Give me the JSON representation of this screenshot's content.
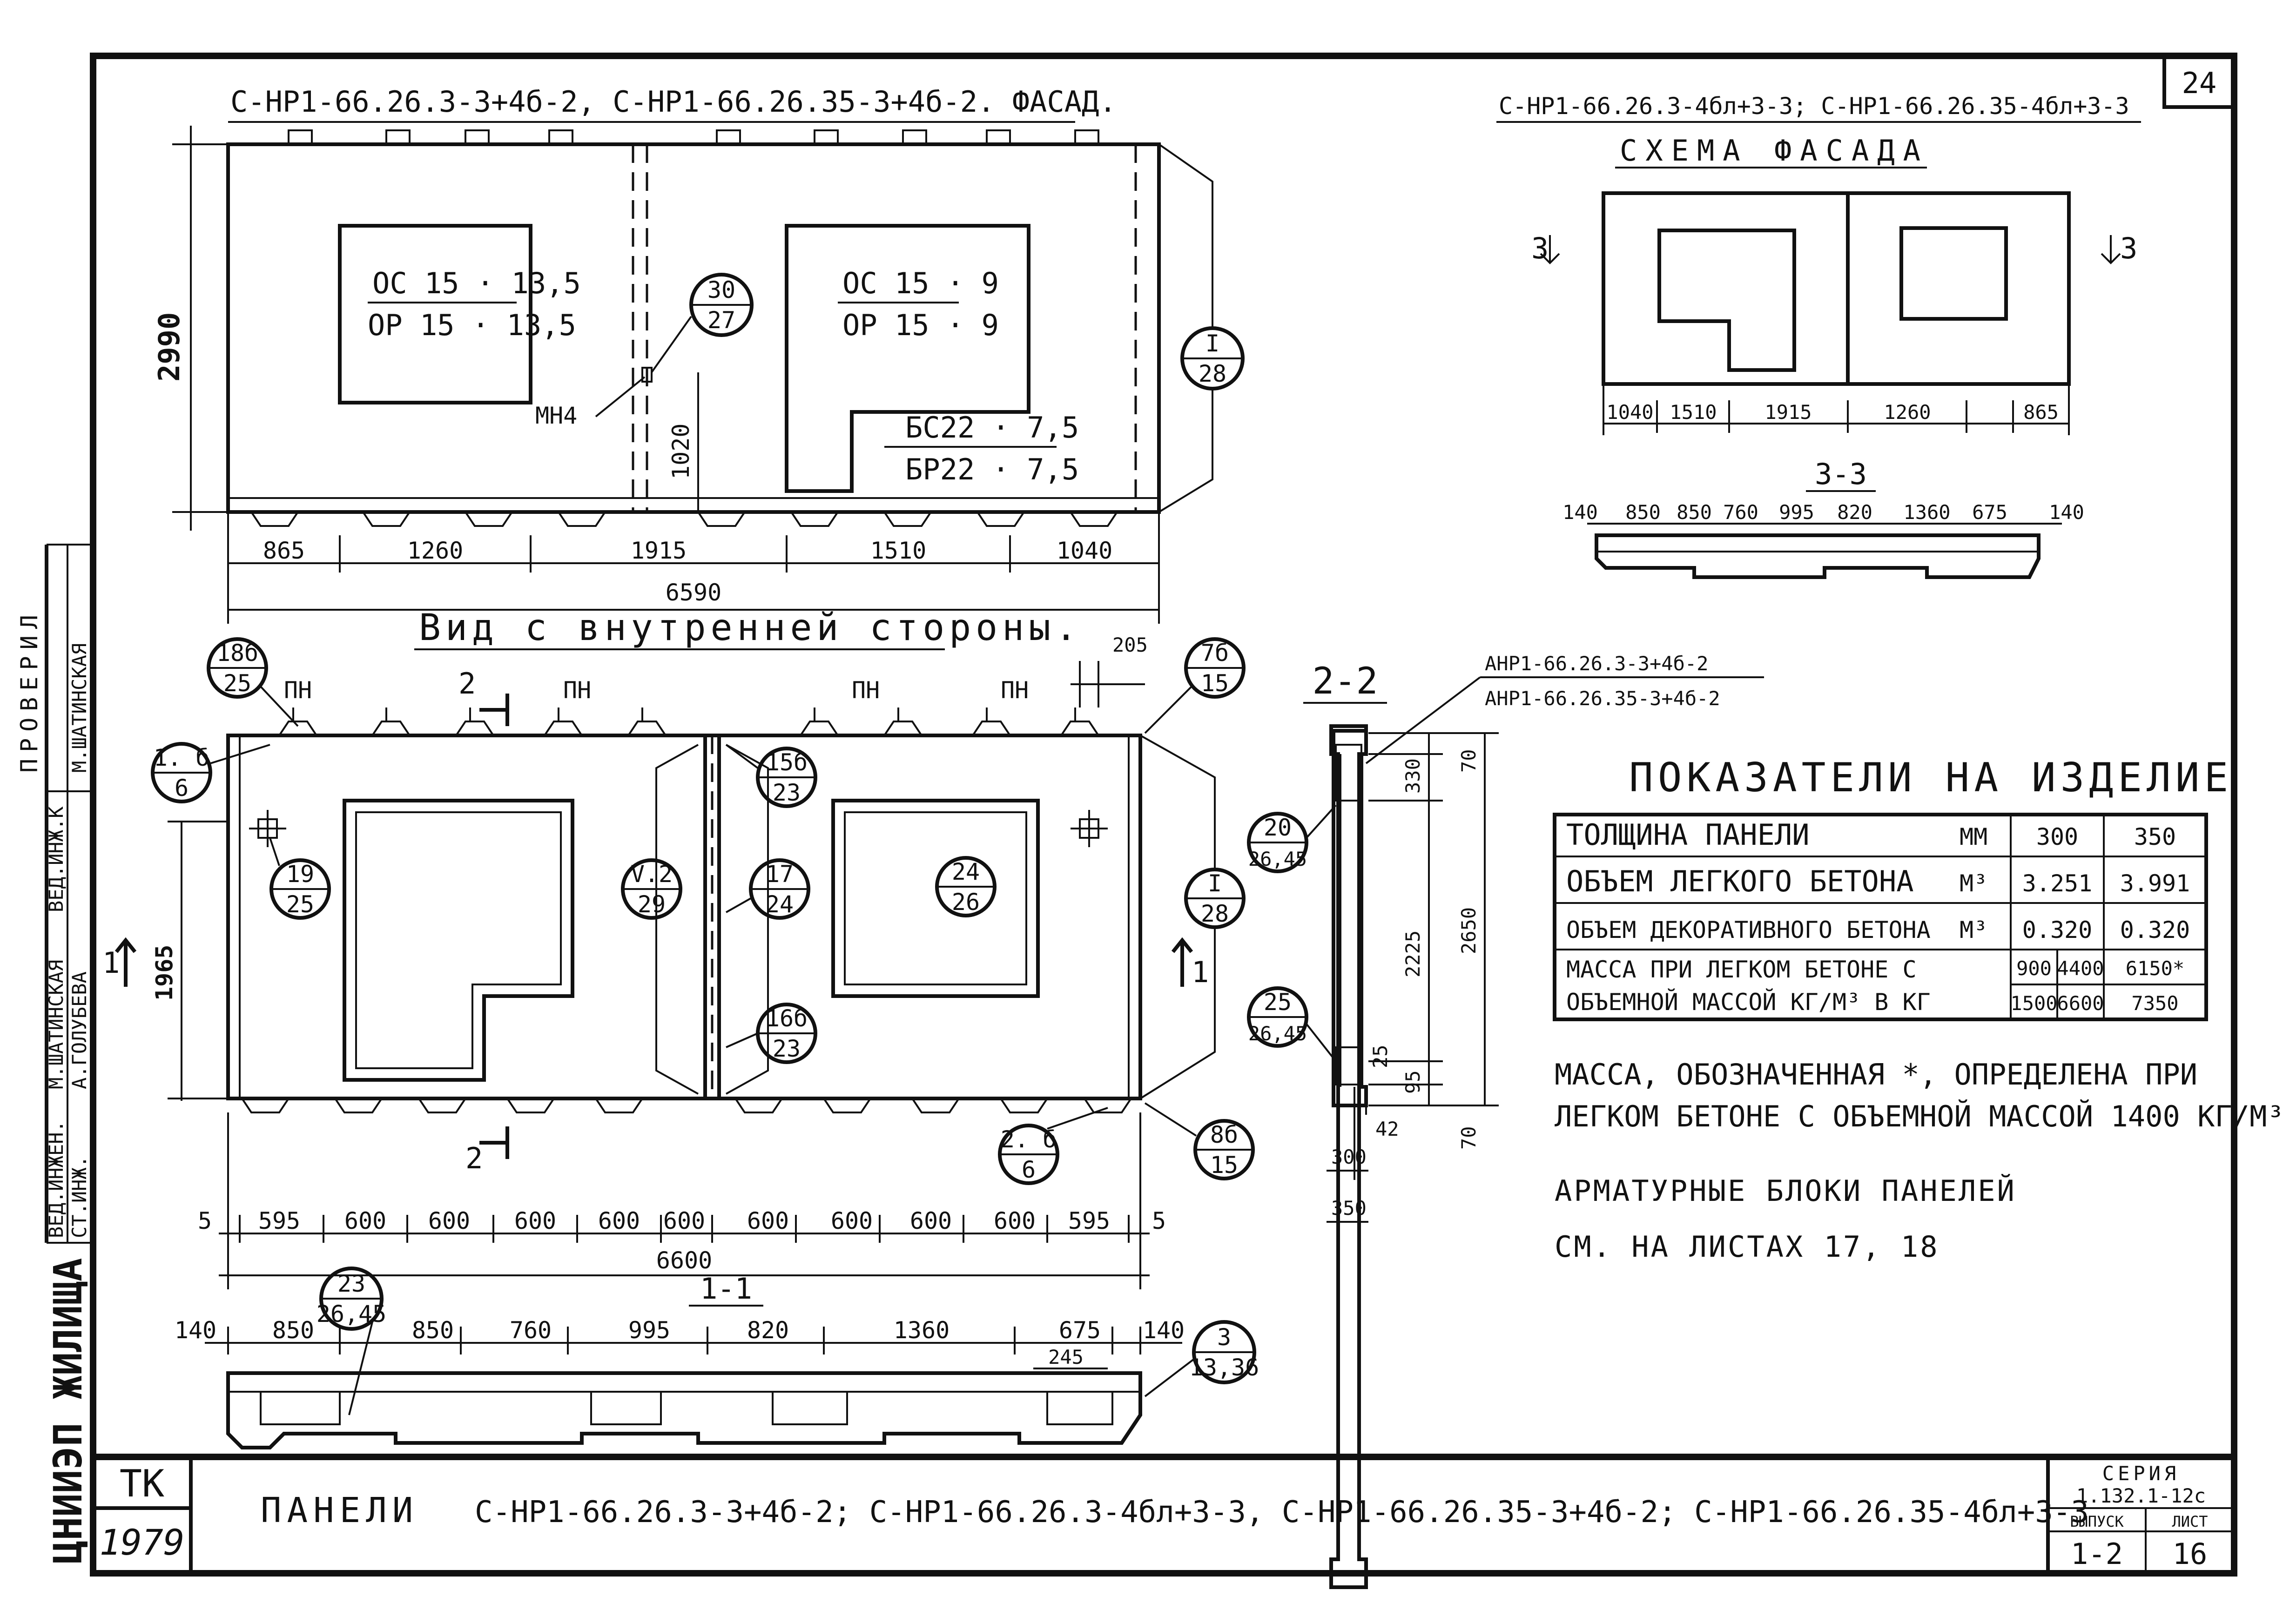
{
  "sheet": {
    "number": "24",
    "company": "ЦНИИЭП ЖИЛИЩА",
    "stamp": "ТК",
    "year": "1979",
    "series_label": "СЕРИЯ",
    "series": "1.132.1-12с",
    "issue_label": "ВЫПУСК",
    "issue": "1-2",
    "page_label": "ЛИСТ",
    "page": "16",
    "title_prefix": "ПАНЕЛИ",
    "title": "С-НР1-66.26.3-3+4б-2; С-НР1-66.26.3-4бл+3-3, С-НР1-66.26.35-3+4б-2; С-НР1-66.26.35-4бл+3-3"
  },
  "side_stamp": {
    "checked": "ПРОВЕРИЛ",
    "rows": [
      {
        "role": "ВЕД.ИНЖЕН.",
        "name": "М.ШАТИНСКАЯ"
      },
      {
        "role": "СТ.ИНЖ.",
        "name": "А.ГОЛУБЕВА"
      },
      {
        "role": "ВЕД.ИНЖ.К",
        "name": "М.ШАТИНСКАЯ"
      }
    ]
  },
  "facade": {
    "title": "С-НР1-66.26.3-3+4б-2, С-НР1-66.26.35-3+4б-2. ФАСАД.",
    "height": "2990",
    "win_left_top": "ОС 15 · 13,5",
    "win_left_bottom": "ОР 15 · 13,5",
    "win_right_top": "ОС 15 · 9",
    "win_right_bottom": "ОР 15 · 9",
    "door_top": "БС22 · 7,5",
    "door_bottom": "БР22 · 7,5",
    "mn": "МН4",
    "dim_1020": "1020",
    "callout_a": [
      "30",
      "27"
    ],
    "callout_b": [
      "I",
      "28"
    ],
    "dims": [
      "865",
      "1260",
      "1915",
      "1510",
      "1040"
    ],
    "total": "6590"
  },
  "scheme": {
    "title": "С-НР1-66.26.3-4бл+3-3; С-НР1-66.26.35-4бл+3-3",
    "subtitle": "СХЕМА ФАСАДА",
    "mark_left": "3",
    "mark_right": "3",
    "dims": [
      "1040",
      "1510",
      "1915",
      "1260",
      "865"
    ],
    "section_label": "3-3",
    "section_dims": [
      "140",
      "850",
      "850",
      "760",
      "995",
      "820",
      "1360",
      "675",
      "140"
    ]
  },
  "inner_view": {
    "title": "Вид с внутренней стороны.",
    "pn": "ПН",
    "dim_205": "205",
    "dim_1965": "1965",
    "section_mark": "2",
    "section_mark_side": "1",
    "callouts": [
      [
        "18б",
        "25"
      ],
      [
        "1. б",
        "6"
      ],
      [
        "19",
        "25"
      ],
      [
        "V.2",
        "29"
      ],
      [
        "15б",
        "23"
      ],
      [
        "17",
        "24"
      ],
      [
        "16б",
        "23"
      ],
      [
        "24",
        "26"
      ],
      [
        "7б",
        "15"
      ],
      [
        "I",
        "28"
      ],
      [
        "2. б",
        "6"
      ],
      [
        "8б",
        "15"
      ]
    ],
    "dims": [
      "5",
      "595",
      "600",
      "600",
      "600",
      "600",
      "600",
      "600",
      "600",
      "600",
      "600",
      "595",
      "5"
    ],
    "total": "6600"
  },
  "section_1_1": {
    "label": "1-1",
    "dims": [
      "140",
      "850",
      "850",
      "760",
      "995",
      "820",
      "1360",
      "675",
      "140"
    ],
    "callout_a": [
      "23",
      "26,45"
    ],
    "callout_b": [
      "3",
      "13,36"
    ],
    "dim_245": "245"
  },
  "section_2_2": {
    "label": "2-2",
    "ref_top": "АНР1-66.26.3-3+4б-2",
    "ref_bottom": "АНР1-66.26.35-3+4б-2",
    "callout_a": [
      "20",
      "26,45"
    ],
    "callout_b": [
      "25",
      "26,45"
    ],
    "dims_inner": [
      "330",
      "2225",
      "25",
      "95"
    ],
    "dims_outer": [
      "70",
      "2650",
      "70"
    ],
    "dim_42": "42",
    "thick_a": "300",
    "thick_b": "350"
  },
  "indicators": {
    "title": "ПОКАЗАТЕЛИ НА ИЗДЕЛИЕ",
    "rows": [
      {
        "label": "ТОЛЩИНА ПАНЕЛИ",
        "unit": "ММ",
        "a": "300",
        "b": "350"
      },
      {
        "label": "ОБЪЕМ ЛЕГКОГО БЕТОНА",
        "unit": "М³",
        "a": "3.251",
        "b": "3.991"
      },
      {
        "label": "ОБЪЕМ ДЕКОРАТИВНОГО БЕТОНА",
        "unit": "М³",
        "a": "0.320",
        "b": "0.320"
      }
    ],
    "mass_label_1": "МАССА ПРИ ЛЕГКОМ БЕТОНЕ С",
    "mass_label_2": "ОБЪЕМНОЙ МАССОЙ КГ/М³ В КГ",
    "mass_rows": [
      {
        "density": "900",
        "a": "4400",
        "b": "6150*"
      },
      {
        "density": "1500",
        "a": "6600",
        "b": "7350"
      }
    ],
    "note_1": "МАССА, ОБОЗНАЧЕННАЯ *, ОПРЕДЕЛЕНА ПРИ",
    "note_2": "ЛЕГКОМ БЕТОНЕ С ОБЪЕМНОЙ МАССОЙ 1400 КГ/М³",
    "note_3": "АРМАТУРНЫЕ БЛОКИ ПАНЕЛЕЙ",
    "note_4": "СМ. НА ЛИСТАХ 17, 18"
  }
}
